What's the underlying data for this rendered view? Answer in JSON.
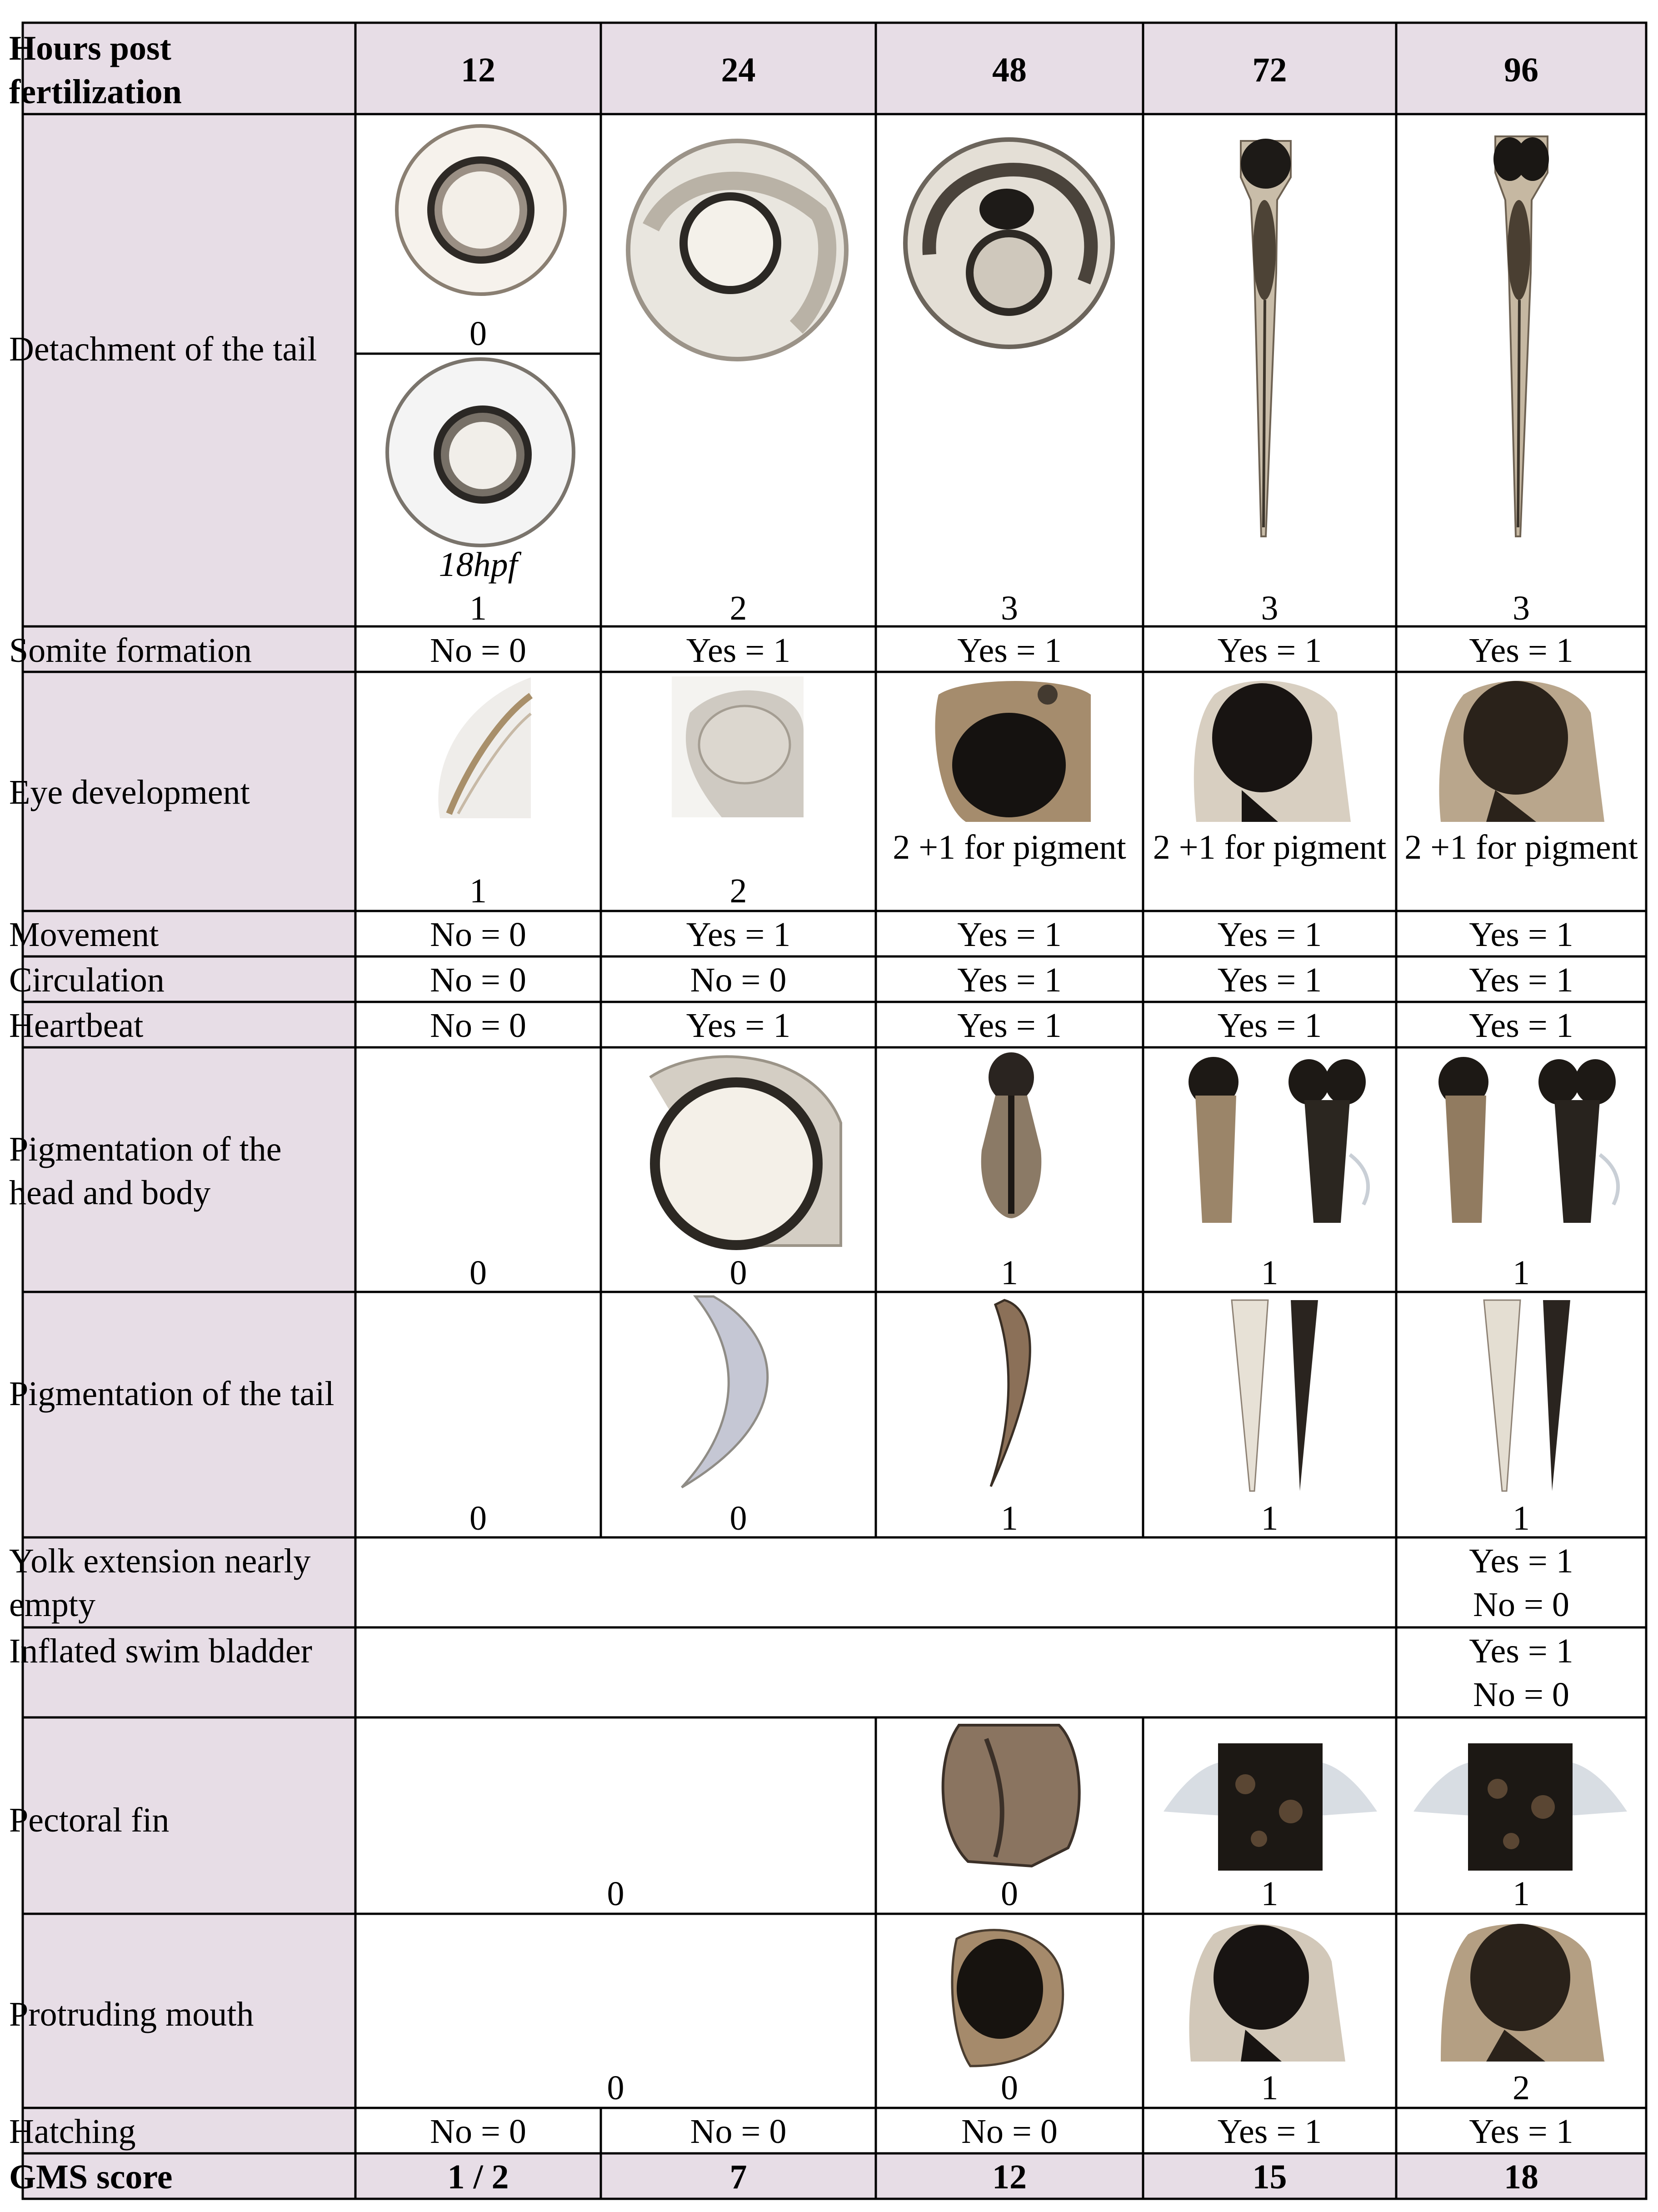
{
  "header": {
    "label": "Hours post fertilization",
    "hours": [
      "12",
      "24",
      "48",
      "72",
      "96"
    ]
  },
  "rows": {
    "detachment": {
      "label": "Detachment of the tail",
      "hpf12_top": "0",
      "hpf18_caption": "18hpf",
      "hpf18_value": "1",
      "values": [
        "2",
        "3",
        "3",
        "3"
      ]
    },
    "somite": {
      "label": "Somite formation",
      "values": [
        "No = 0",
        "Yes = 1",
        "Yes = 1",
        "Yes = 1",
        "Yes = 1"
      ]
    },
    "eye": {
      "label": "Eye development",
      "values": [
        "1",
        "2",
        "2 +1 for pigment",
        "2 +1 for pigment",
        "2 +1 for pigment"
      ]
    },
    "movement": {
      "label": "Movement",
      "values": [
        "No = 0",
        "Yes = 1",
        "Yes = 1",
        "Yes = 1",
        "Yes = 1"
      ]
    },
    "circulation": {
      "label": "Circulation",
      "values": [
        "No = 0",
        "No = 0",
        "Yes = 1",
        "Yes = 1",
        "Yes = 1"
      ]
    },
    "heartbeat": {
      "label": "Heartbeat",
      "values": [
        "No = 0",
        "Yes = 1",
        "Yes = 1",
        "Yes = 1",
        "Yes = 1"
      ]
    },
    "pig_head": {
      "label": "Pigmentation of the head and body",
      "values": [
        "0",
        "0",
        "1",
        "1",
        "1"
      ]
    },
    "pig_tail": {
      "label": "Pigmentation of the tail",
      "values": [
        "0",
        "0",
        "1",
        "1",
        "1"
      ]
    },
    "yolk": {
      "label": "Yolk extension nearly empty",
      "yes": "Yes = 1",
      "no": "No = 0"
    },
    "swim": {
      "label": "Inflated swim bladder",
      "yes": "Yes = 1",
      "no": "No = 0"
    },
    "pectoral": {
      "label": "Pectoral fin",
      "early": "0",
      "values": [
        "0",
        "1",
        "1"
      ]
    },
    "mouth": {
      "label": "Protruding mouth",
      "early": "0",
      "values": [
        "0",
        "1",
        "2"
      ]
    },
    "hatching": {
      "label": "Hatching",
      "values": [
        "No = 0",
        "No = 0",
        "No = 0",
        "Yes = 1",
        "Yes = 1"
      ]
    },
    "gms": {
      "label": "GMS score",
      "values": [
        "1 / 2",
        "7",
        "12",
        "15",
        "18"
      ]
    }
  },
  "colors": {
    "header_fill": "#e7dde6",
    "border": "#000000"
  }
}
